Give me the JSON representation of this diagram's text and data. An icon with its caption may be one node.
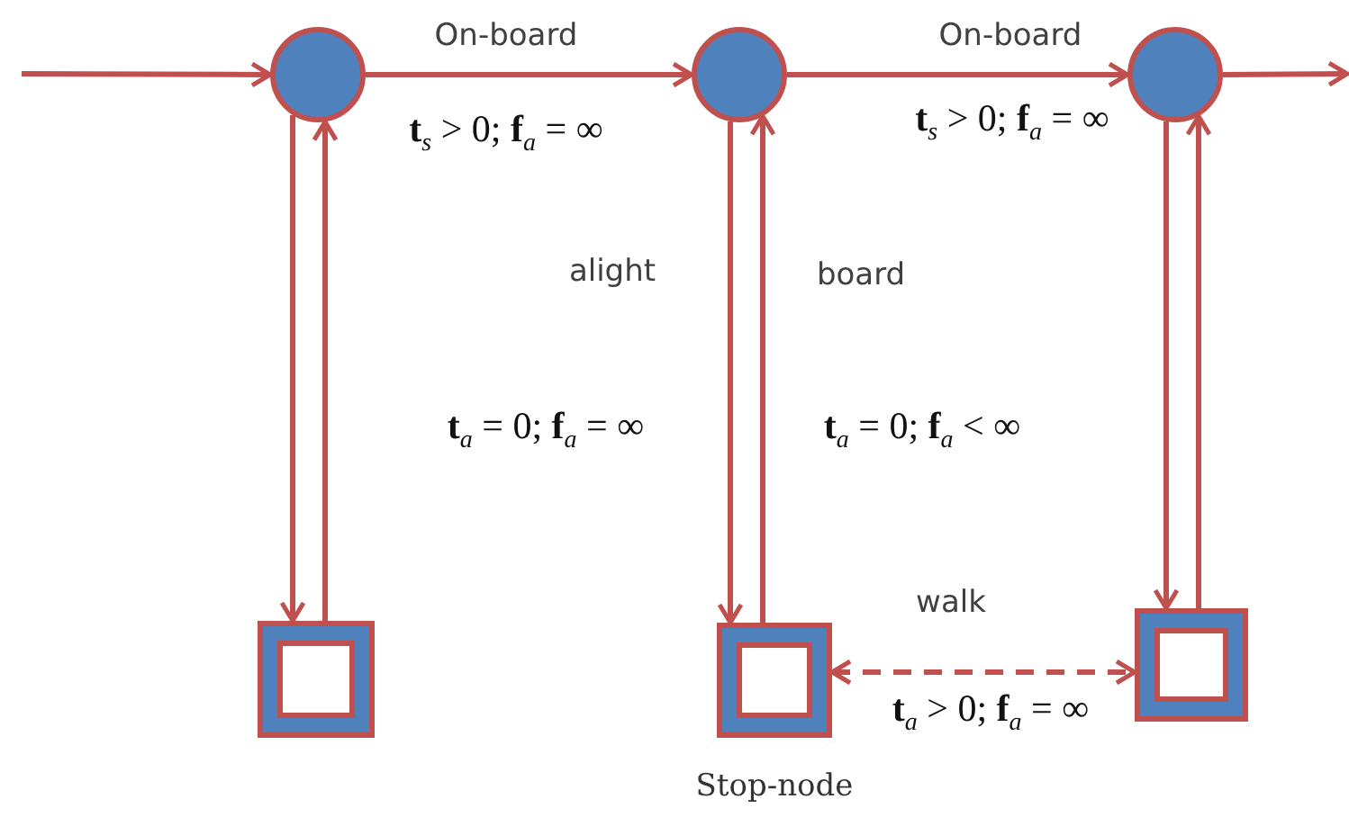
{
  "diagram": {
    "nodes": [
      {
        "text": [],
        "shape": "circle"
      },
      {
        "text": [],
        "shape": "circle"
      },
      {
        "text": [],
        "shape": "circle"
      },
      {
        "text": [],
        "shape": "box"
      },
      {
        "text": [],
        "shape": "box",
        "beside": [
          "Stop-node"
        ]
      },
      {
        "text": [],
        "shape": "box"
      }
    ],
    "edges": [
      {
        "from": null,
        "to": 0,
        "arrow": "to"
      },
      {
        "from": 0,
        "to": 1,
        "arrow": "to",
        "label": "On-board"
      },
      {
        "from": 1,
        "to": 2,
        "arrow": "to",
        "label": "On-board"
      },
      {
        "from": 2,
        "to": null,
        "arrow": "to"
      },
      {
        "from": 0,
        "to": 3,
        "arrow": "to"
      },
      {
        "from": 3,
        "to": 0,
        "arrow": "to"
      },
      {
        "from": 1,
        "to": 4,
        "arrow": "to"
      },
      {
        "from": 4,
        "to": 1,
        "arrow": "to"
      },
      {
        "from": 2,
        "to": 5,
        "arrow": "to"
      },
      {
        "from": 5,
        "to": 2,
        "arrow": "to"
      },
      {
        "from": 4,
        "to": 5,
        "arrow": "both",
        "label": "walk",
        "style": "dashed"
      }
    ],
    "labels": [
      "**t**$_{s}$ > 0; **f**$_{a}$ = ∞",
      "**t**$_{s}$ > 0; **f**$_{a}$ = ∞",
      "alight",
      "board",
      "**t**$_{a}$ = 0; **f**$_{a}$ = ∞",
      "**t**$_{a}$ = 0; **f**$_{a}$ < ∞",
      "**t**$_{a}$ > 0; **f**$_{a}$ = ∞"
    ]
  }
}
